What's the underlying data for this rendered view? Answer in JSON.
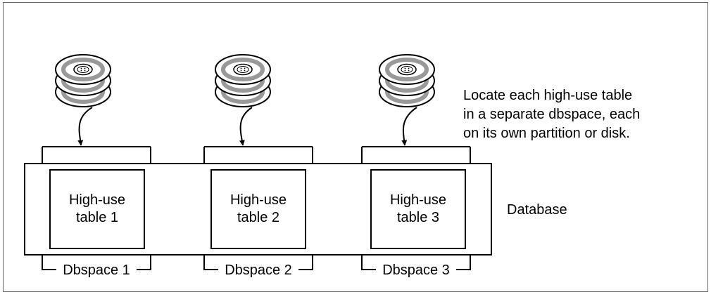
{
  "annotation": {
    "lines": [
      "Locate each high-use table",
      "in a separate dbspace, each",
      "on its own partition or disk."
    ]
  },
  "database_label": "Database",
  "dbspaces": [
    {
      "table_lines": [
        "High-use",
        "table 1"
      ],
      "label": "Dbspace 1"
    },
    {
      "table_lines": [
        "High-use",
        "table 2"
      ],
      "label": "Dbspace 2"
    },
    {
      "table_lines": [
        "High-use",
        "table 3"
      ],
      "label": "Dbspace 3"
    }
  ],
  "colors": {
    "stroke": "#000000",
    "disk_ring": "#999999",
    "frame": "#666666",
    "background": "#ffffff"
  }
}
